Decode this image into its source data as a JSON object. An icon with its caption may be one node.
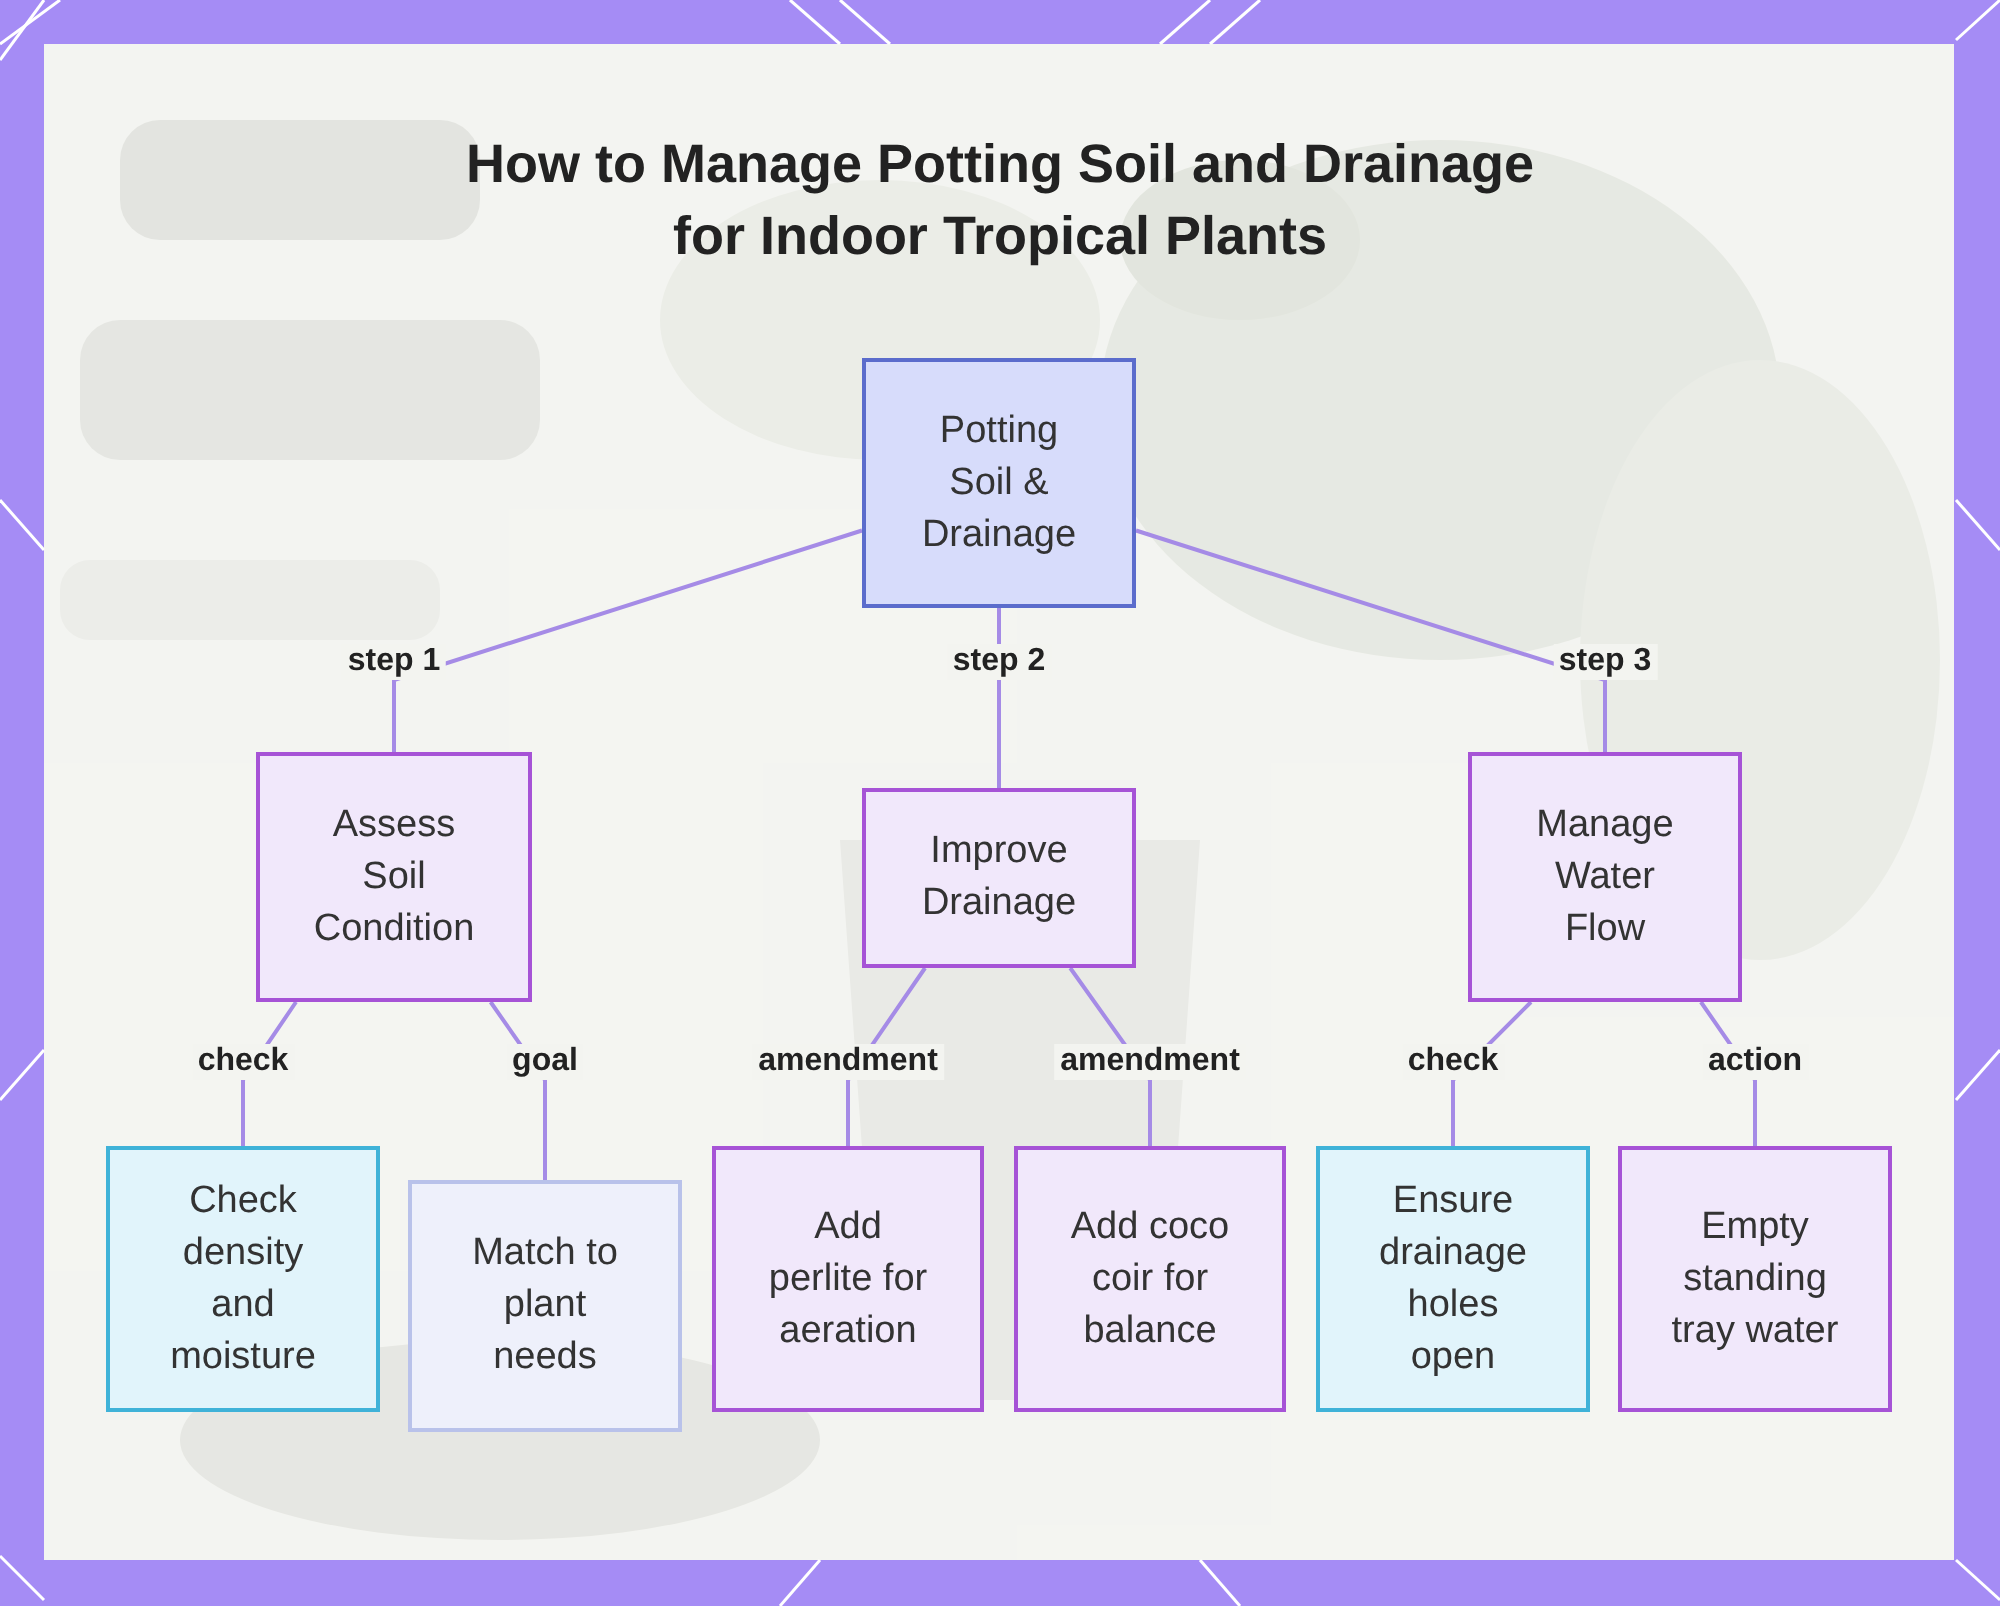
{
  "diagram": {
    "title": "How to Manage Potting Soil and Drainage for Indoor Tropical Plants",
    "nodes": [
      {
        "text": [
          "Potting Soil & Drainage"
        ]
      },
      {
        "text": [
          "Assess Soil Condition"
        ]
      },
      {
        "text": [
          "Improve Drainage"
        ]
      },
      {
        "text": [
          "Manage Water Flow"
        ]
      },
      {
        "text": [
          "Check density and moisture"
        ]
      },
      {
        "text": [
          "Match to plant needs"
        ]
      },
      {
        "text": [
          "Add perlite for aeration"
        ]
      },
      {
        "text": [
          "Add coco coir for balance"
        ]
      },
      {
        "text": [
          "Ensure drainage holes open"
        ]
      },
      {
        "text": [
          "Empty standing tray water"
        ]
      }
    ],
    "edges": [
      {
        "from": 0,
        "to": 1,
        "arrow": "none",
        "label": "step 1"
      },
      {
        "from": 0,
        "to": 2,
        "arrow": "none",
        "label": "step 2"
      },
      {
        "from": 0,
        "to": 3,
        "arrow": "none",
        "label": "step 3"
      },
      {
        "from": 1,
        "to": 4,
        "arrow": "none",
        "label": "check"
      },
      {
        "from": 1,
        "to": 5,
        "arrow": "none",
        "label": "goal"
      },
      {
        "from": 2,
        "to": 6,
        "arrow": "none",
        "label": "amendment"
      },
      {
        "from": 2,
        "to": 7,
        "arrow": "none",
        "label": "amendment"
      },
      {
        "from": 3,
        "to": 8,
        "arrow": "none",
        "label": "check"
      },
      {
        "from": 3,
        "to": 9,
        "arrow": "none",
        "label": "action"
      }
    ]
  }
}
